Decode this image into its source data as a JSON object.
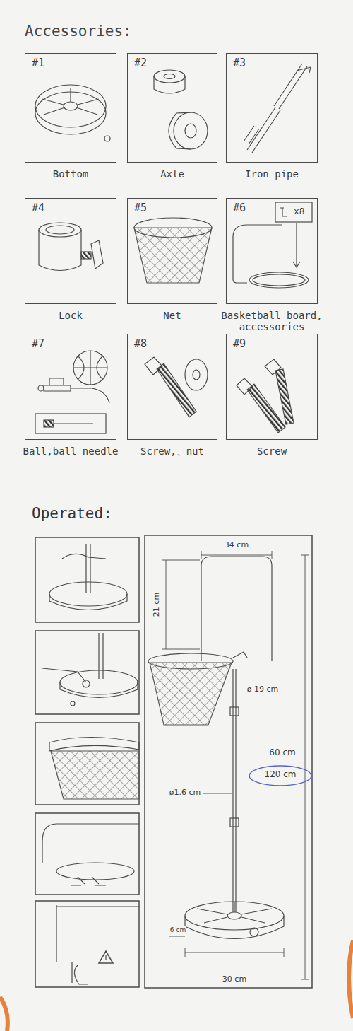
{
  "diagram": {
    "title": "Accessories:",
    "nodes": [
      {
        "text": [
          "#1",
          "Bottom"
        ]
      },
      {
        "text": [
          "#2",
          "Axle"
        ]
      },
      {
        "text": [
          "#3",
          "Iron pipe"
        ]
      },
      {
        "text": [
          "#4",
          "Lock"
        ]
      },
      {
        "text": [
          "#5",
          "Net"
        ]
      },
      {
        "text": [
          "#6",
          "Basketball board, accessories"
        ]
      },
      {
        "text": [
          "#7",
          "Ball,ball needle"
        ]
      },
      {
        "text": [
          "#8",
          "Screw,、nut"
        ]
      },
      {
        "text": [
          "#9",
          "Screw"
        ]
      }
    ],
    "labels": [
      "x8",
      "Operated:",
      "34 cm",
      "21 cm",
      "ø 19 cm",
      "60 cm",
      "120 cm",
      "ø1.6 cm",
      "6 cm",
      "30 cm"
    ]
  }
}
